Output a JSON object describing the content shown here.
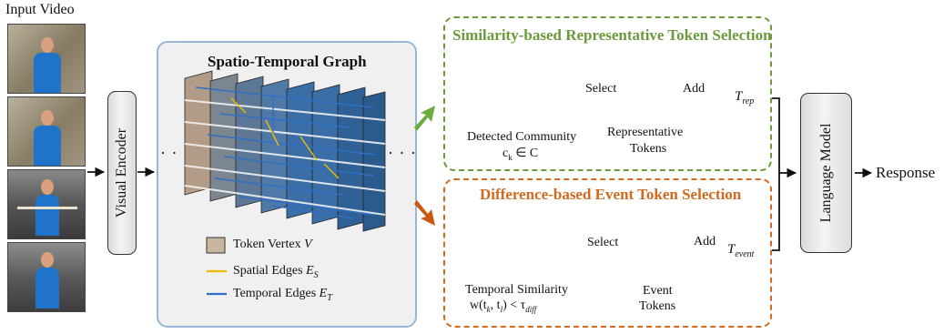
{
  "input": {
    "title": "Input Video"
  },
  "encoder": {
    "label": "Visual Encoder"
  },
  "graph": {
    "title": "Spatio-Temporal Graph",
    "ellipsis_left": "· · ·",
    "ellipsis_right": "· · ·",
    "legend": {
      "vertex": "Token Vertex",
      "vertex_sym": "V",
      "spatial": "Spatial Edges",
      "spatial_sym": "E",
      "spatial_sub": "S",
      "temporal": "Temporal Edges",
      "temporal_sym": "E",
      "temporal_sub": "T"
    }
  },
  "similarity": {
    "title": "Similarity-based Representative Token Selection",
    "community_label_1": "Detected Community",
    "community_label_2": "c",
    "community_sub": "k",
    "community_rest": " ∈ C",
    "select": "Select",
    "tokens_label_1": "Representative",
    "tokens_label_2": "Tokens",
    "add": "Add",
    "output_sym": "T",
    "output_sub": "rep"
  },
  "difference": {
    "title": "Difference-based Event Token Selection",
    "similarity_label_1": "Temporal Similarity",
    "similarity_label_2": "w(t",
    "sim_sub_k": "k",
    "sim_mid": ", t",
    "sim_sub_l": "l",
    "sim_rest": ") < τ",
    "sim_sub_diff": "diff",
    "select": "Select",
    "tokens_label_1": "Event",
    "tokens_label_2": "Tokens",
    "add": "Add",
    "output_sym": "T",
    "output_sub": "event"
  },
  "language_model": {
    "label": "Language Model"
  },
  "response": {
    "label": "Response"
  },
  "colors": {
    "green": "#6a9a3c",
    "orange": "#d2691e",
    "spatial_edge": "#f2b807",
    "temporal_edge": "#2f6fc6",
    "graph_border": "#98b6d6"
  }
}
